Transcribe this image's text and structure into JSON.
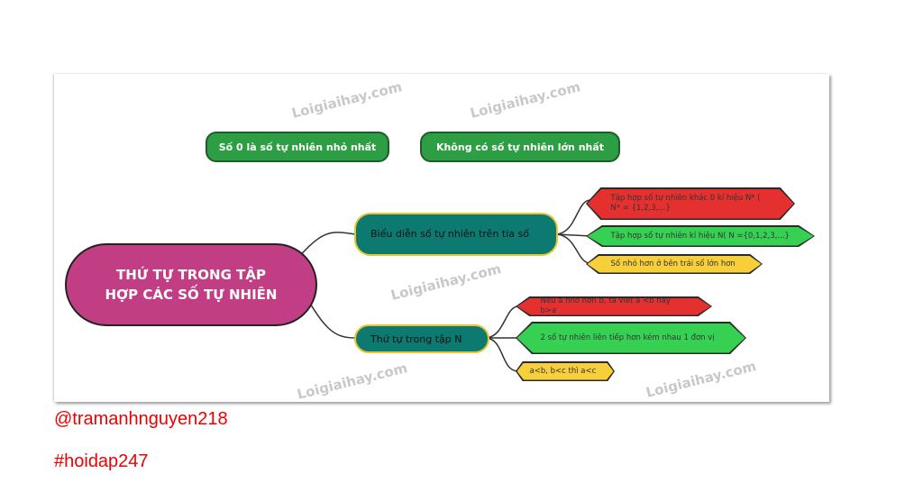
{
  "watermark": "Loigiaihay.com",
  "top_notes": [
    "Số 0 là số tự nhiên nhỏ nhất",
    "Không có số tự nhiên lớn nhất"
  ],
  "center": "THỨ TỰ TRONG TẬP HỢP CÁC SỐ TỰ NHIÊN",
  "branches": [
    {
      "label": "Biểu diễn số tự nhiên trên tia số",
      "children": [
        "Tập hợp số tự nhiên khác 0 kí hiệu N* ( N* = {1,2,3,...}",
        "Tập hợp số tự nhiên kí hiệu N( N ={0,1,2,3,...}",
        "Số nhỏ hơn ở bên trái số lớn hơn"
      ]
    },
    {
      "label": "Thứ tự trong tập N",
      "children": [
        "Nếu a nhỏ hơn b, ta viết a <b hay b>a",
        "2 số tự nhiên liên tiếp hơn kém nhau 1 đơn vị",
        "a<b, b<c thì a<c"
      ]
    }
  ],
  "user": "@tramanhnguyen218",
  "hashtag": "#hoidap247"
}
